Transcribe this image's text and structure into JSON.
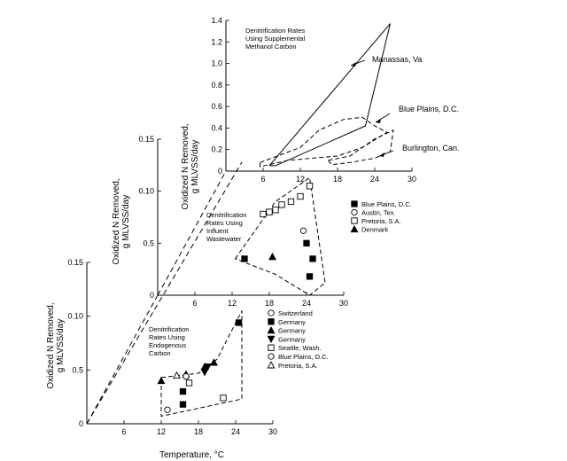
{
  "chart_data": [
    {
      "type": "line",
      "title": "Denitrification Rates Using Supplemental Methanol Carbon",
      "title_lines": [
        "Denitrification Rates",
        "Using Supplemental",
        "Methanol Carbon"
      ],
      "ylabel_lines": [
        "Oxidized N Removed,",
        "g MLVSS/day"
      ],
      "xlim": [
        0,
        30
      ],
      "ylim": [
        0,
        1.4
      ],
      "xticks": [
        "6",
        "12",
        "18",
        "24",
        "30"
      ],
      "yticks": [
        "1.4",
        "1.2",
        "1.0",
        "0.8",
        "0.6",
        "0.4",
        "0.2",
        "0"
      ],
      "series": [
        {
          "name": "Manassas, Va",
          "style": "solid",
          "x": [
            7,
            26.5,
            22.5,
            8,
            7
          ],
          "y": [
            0.05,
            1.37,
            0.42,
            0.05,
            0.05
          ]
        },
        {
          "name": "Blue Plains, D.C.",
          "style": "dashed",
          "x": [
            5.5,
            12,
            15,
            19,
            22,
            24,
            26,
            22,
            18,
            14,
            10,
            5.5,
            5.5
          ],
          "y": [
            0.08,
            0.22,
            0.38,
            0.48,
            0.5,
            0.42,
            0.36,
            0.22,
            0.14,
            0.12,
            0.1,
            0.04,
            0.08
          ]
        },
        {
          "name": "Burlington, Can.",
          "style": "dashed",
          "x": [
            16.5,
            20,
            24,
            27,
            26.5,
            24,
            20,
            17,
            16.5
          ],
          "y": [
            0.1,
            0.14,
            0.3,
            0.38,
            0.18,
            0.12,
            0.08,
            0.06,
            0.1
          ]
        }
      ]
    },
    {
      "type": "scatter",
      "title": "Denitrification Rates Using Influent Wastewater",
      "title_lines": [
        "Denitrification",
        "Rates Using",
        "Influent",
        "Wastewater"
      ],
      "ylabel_lines": [
        "Oxidized N Removed,",
        "g MLVSS/day"
      ],
      "xlim": [
        0,
        30
      ],
      "ylim": [
        0,
        0.15
      ],
      "xticks": [
        "6",
        "12",
        "18",
        "24",
        "30"
      ],
      "yticks": [
        "0.15",
        "0.10",
        "0.5",
        "0"
      ],
      "series": [
        {
          "name": "Blue Plains, D.C.",
          "marker": "filled-square",
          "x": [
            14,
            24,
            25,
            24.5
          ],
          "y": [
            0.035,
            0.05,
            0.035,
            0.018
          ]
        },
        {
          "name": "Austin, Tex.",
          "marker": "open-circle",
          "x": [
            23.5
          ],
          "y": [
            0.062
          ]
        },
        {
          "name": "Pretoria, S.A.",
          "marker": "open-square",
          "x": [
            17,
            18,
            19,
            20,
            21.5,
            23,
            24.5
          ],
          "y": [
            0.078,
            0.08,
            0.082,
            0.087,
            0.09,
            0.095,
            0.105
          ]
        },
        {
          "name": "Denmark",
          "marker": "filled-triangle",
          "x": [
            18.5
          ],
          "y": [
            0.037
          ]
        }
      ],
      "envelope": {
        "x": [
          12.5,
          19,
          24.5,
          27,
          24.5,
          19,
          12.5
        ],
        "y": [
          0.035,
          0.09,
          0.113,
          0.012,
          0.0,
          0.02,
          0.035
        ]
      }
    },
    {
      "type": "scatter",
      "title": "Denitrification Rates Using Endogenous Carbon",
      "title_lines": [
        "Denitrification",
        "Rates Using",
        "Endogenous",
        "Carbon"
      ],
      "ylabel_lines": [
        "Oxidized N Removed,",
        "g MLVSS/day"
      ],
      "xlabel": "Temperature, °C",
      "xlim": [
        0,
        30
      ],
      "ylim": [
        0,
        0.15
      ],
      "xticks": [
        "6",
        "12",
        "18",
        "24",
        "30"
      ],
      "yticks": [
        "0.15",
        "0.10",
        "0.5",
        "0"
      ],
      "series": [
        {
          "name": "Switzerland",
          "marker": "open-circle",
          "x": [
            13
          ],
          "y": [
            0.013
          ]
        },
        {
          "name": "Germany",
          "marker": "filled-square",
          "x": [
            15.5,
            15.5,
            24.5
          ],
          "y": [
            0.018,
            0.03,
            0.094
          ]
        },
        {
          "name": "Germany",
          "marker": "filled-triangle",
          "x": [
            12,
            16,
            19,
            20.5
          ],
          "y": [
            0.04,
            0.046,
            0.053,
            0.057
          ]
        },
        {
          "name": "Germany",
          "marker": "filled-inverted-triangle",
          "x": [
            19,
            19.5
          ],
          "y": [
            0.048,
            0.053
          ]
        },
        {
          "name": "Seattle, Wash.",
          "marker": "open-square",
          "x": [
            16.5,
            22
          ],
          "y": [
            0.038,
            0.024
          ]
        },
        {
          "name": "Blue Plains, D.C.",
          "marker": "open-circle",
          "x": [
            16
          ],
          "y": [
            0.044
          ]
        },
        {
          "name": "Pretoria, S.A.",
          "marker": "open-triangle",
          "x": [
            14.5
          ],
          "y": [
            0.045
          ]
        }
      ],
      "envelope": {
        "x": [
          12,
          18,
          21,
          25,
          25,
          12,
          12
        ],
        "y": [
          0.043,
          0.047,
          0.06,
          0.105,
          0.023,
          0.007,
          0.043
        ]
      }
    }
  ],
  "labels": {
    "top_legend_1": "Manassas, Va",
    "top_legend_2": "Blue Plains, D.C.",
    "top_legend_3": "Burlington, Can."
  }
}
